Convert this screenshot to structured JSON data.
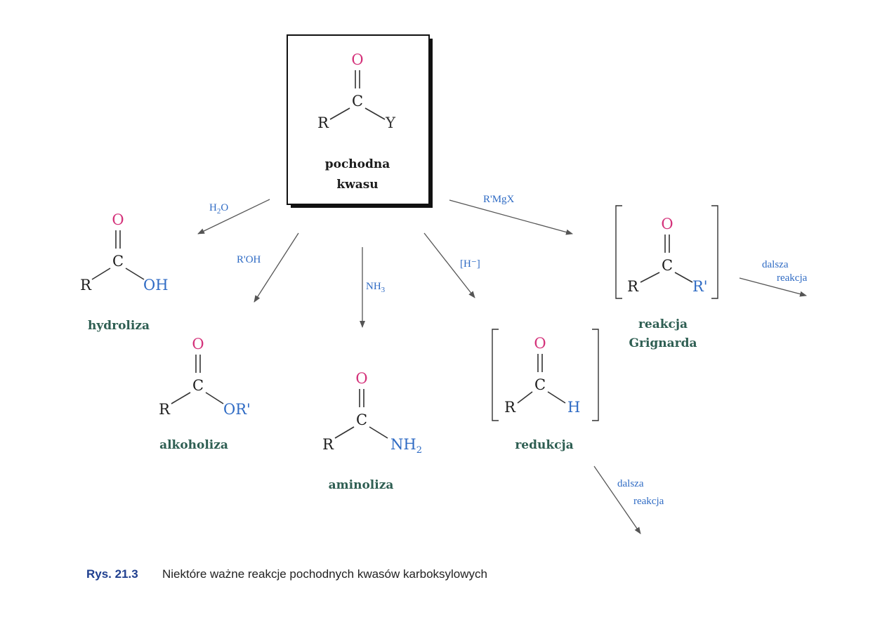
{
  "colors": {
    "oxygen": "#d4327a",
    "substituent": "#2f6bc4",
    "label_bold": "#1c1c1c",
    "label_green": "#2e5e52",
    "reagent": "#2f6bc4",
    "caption_num": "#1f3f8f",
    "bond": "#333333",
    "arrow": "#555555"
  },
  "atoms": {
    "oxygen": "O",
    "carbon": "C",
    "r_group": "R"
  },
  "center": {
    "substituent": "Y",
    "label_line1": "pochodna",
    "label_line2": "kwasu"
  },
  "products": {
    "hydrolysis": {
      "substituent": "OH",
      "label": "hydroliza"
    },
    "alcoholysis": {
      "substituent": "OR'",
      "label": "alkoholiza"
    },
    "aminolysis": {
      "substituent": "NH",
      "subscript": "2",
      "label": "aminoliza"
    },
    "reduction": {
      "substituent": "H",
      "label": "redukcja"
    },
    "grignard": {
      "substituent": "R'",
      "label_line1": "reakcja",
      "label_line2": "Grignarda"
    }
  },
  "reagents": {
    "water": {
      "main": "H",
      "sub": "2",
      "tail": "O"
    },
    "alcohol": "R'OH",
    "ammonia": {
      "main": "NH",
      "sub": "3"
    },
    "hydride": "[H⁻]",
    "grignard": "R'MgX",
    "further_line1": "dalsza",
    "further_line2": "reakcja"
  },
  "caption": {
    "number": "Rys. 21.3",
    "text": "Niektóre ważne reakcje pochodnych kwasów karboksylowych"
  }
}
